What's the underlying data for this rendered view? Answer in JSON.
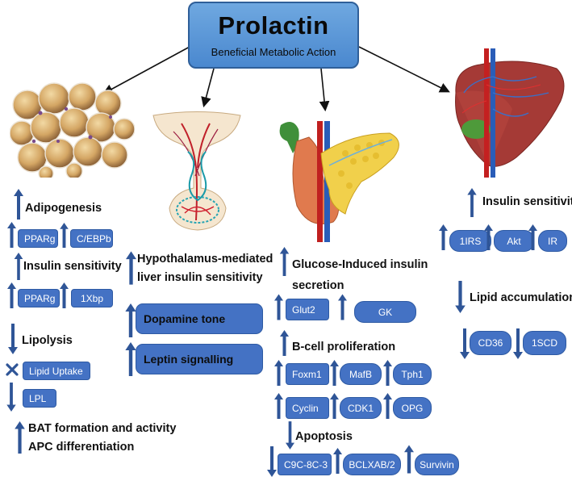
{
  "title": "Prolactin",
  "subtitle": "Beneficial Metabolic Action",
  "colors": {
    "box": "#4472c4",
    "title_box": "#5b9bd5",
    "arrow": "#2f5597",
    "x_mark": "#2f5597"
  },
  "adipose": {
    "image": "adipose-tissue-illustration",
    "adipogenesis": "Adipogenesis",
    "adipogenesis_items": [
      "PPARg",
      "C/EBPb"
    ],
    "insulin_sensitivity": "Insulin sensitivity",
    "insulin_items": [
      "PPARg",
      "1Xbp"
    ],
    "lipolysis": "Lipolysis",
    "lipolysis_items": [
      "Lipid Uptake",
      "LPL"
    ],
    "bat_line1": "BAT formation and activity",
    "bat_line2": "APC differentiation"
  },
  "hypothalamus": {
    "image": "hypothalamus-pituitary-illustration",
    "heading_line1": "Hypothalamus-mediated",
    "heading_line2": "liver insulin sensitivity",
    "items": [
      "Dopamine tone",
      "Leptin signalling"
    ]
  },
  "pancreas": {
    "image": "pancreas-illustration",
    "heading_line1": "Glucose-Induced insulin",
    "heading_line2": "secretion",
    "secretion_items": [
      "Glut2",
      "GK"
    ],
    "proliferation": "B-cell proliferation",
    "proliferation_row1": [
      "Foxm1",
      "MafB",
      "Tph1"
    ],
    "proliferation_row2": [
      "Cyclin",
      "CDK1",
      "OPG"
    ],
    "apoptosis": "Apoptosis",
    "apoptosis_items": [
      "C9C-8C-3",
      "BCLXAB/2",
      "Survivin"
    ]
  },
  "liver": {
    "image": "liver-illustration",
    "insulin_sensitivity": "Insulin sensitivity",
    "insulin_items": [
      "1IRS",
      "Akt",
      "IR"
    ],
    "lipid": "Lipid accumulation",
    "lipid_items": [
      "CD36",
      "1SCD"
    ]
  }
}
